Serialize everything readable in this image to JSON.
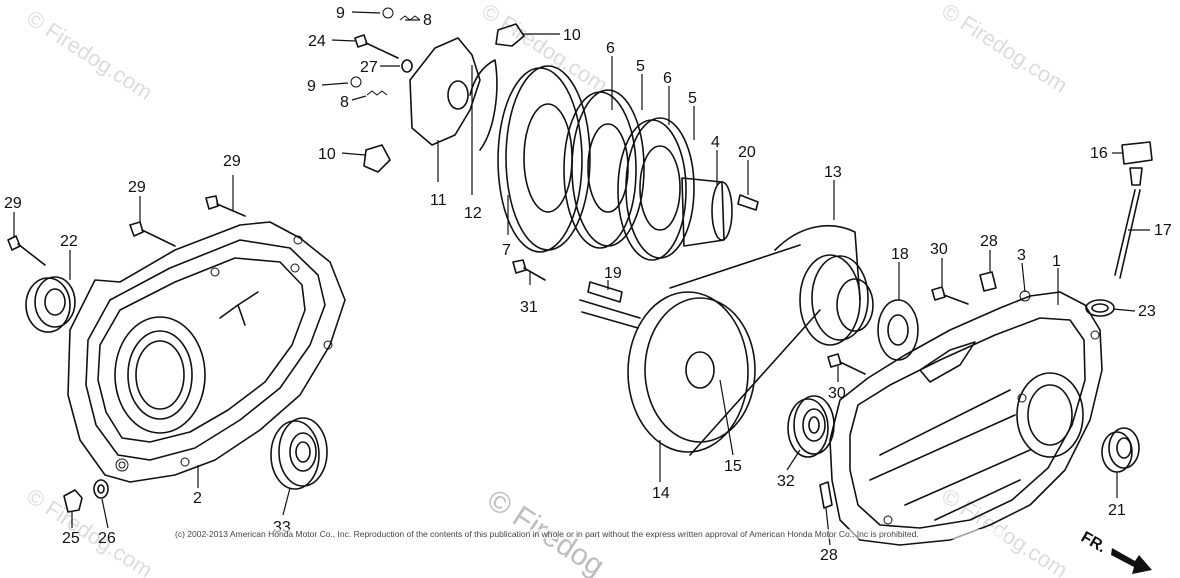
{
  "watermark": {
    "brand": "© Firedog.com",
    "brand_short": "© Firedog"
  },
  "copyright": "(c) 2002-2013 American Honda Motor Co., Inc. Reproduction of the contents of this publication in whole or in part without the express written approval of American Honda Motor Co., Inc is prohibited.",
  "direction_label": "FR.",
  "parts": [
    {
      "num": "9"
    },
    {
      "num": "8"
    },
    {
      "num": "10"
    },
    {
      "num": "24"
    },
    {
      "num": "27"
    },
    {
      "num": "9"
    },
    {
      "num": "8"
    },
    {
      "num": "6"
    },
    {
      "num": "5"
    },
    {
      "num": "6"
    },
    {
      "num": "5"
    },
    {
      "num": "4"
    },
    {
      "num": "20"
    },
    {
      "num": "10"
    },
    {
      "num": "11"
    },
    {
      "num": "12"
    },
    {
      "num": "7"
    },
    {
      "num": "13"
    },
    {
      "num": "29"
    },
    {
      "num": "29"
    },
    {
      "num": "29"
    },
    {
      "num": "22"
    },
    {
      "num": "19"
    },
    {
      "num": "31"
    },
    {
      "num": "18"
    },
    {
      "num": "30"
    },
    {
      "num": "28"
    },
    {
      "num": "3"
    },
    {
      "num": "1"
    },
    {
      "num": "16"
    },
    {
      "num": "17"
    },
    {
      "num": "23"
    },
    {
      "num": "30"
    },
    {
      "num": "32"
    },
    {
      "num": "15"
    },
    {
      "num": "14"
    },
    {
      "num": "21"
    },
    {
      "num": "2"
    },
    {
      "num": "33"
    },
    {
      "num": "25"
    },
    {
      "num": "26"
    },
    {
      "num": "28"
    }
  ]
}
